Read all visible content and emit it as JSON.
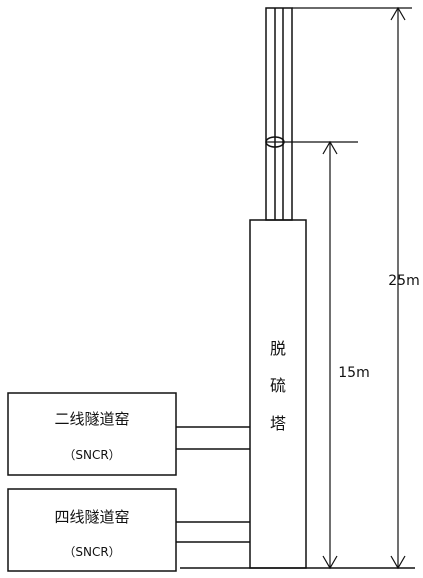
{
  "tower": {
    "label_chars": [
      "脱",
      "硫",
      "塔"
    ]
  },
  "kilns": [
    {
      "name": "二线隧道窑",
      "process": "（SNCR）"
    },
    {
      "name": "四线隧道窑",
      "process": "（SNCR）"
    }
  ],
  "dimensions": {
    "total_height": "25m",
    "sampling_height": "15m"
  }
}
